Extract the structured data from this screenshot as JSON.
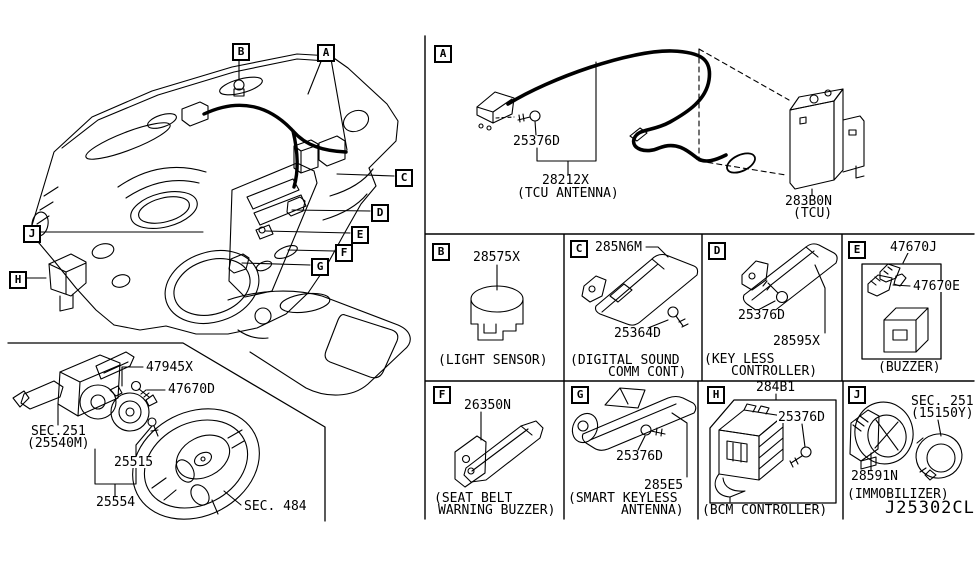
{
  "colors": {
    "ink": "#000000",
    "background": "#ffffff"
  },
  "figure_code": "J25302CL",
  "overview": {
    "callouts": {
      "a": "A",
      "b": "B",
      "c": "C",
      "d": "D",
      "e": "E",
      "f": "F",
      "g": "G",
      "h": "H",
      "j": "J"
    },
    "labels": {
      "spiral_cable_assy": "47945X",
      "screw": "47670D",
      "combination_switch_sec": "SEC.251",
      "combination_switch_ref": "(25540M)",
      "steering_angle_sensor": "25515",
      "clock_spring": "25554",
      "steering_wheel_sec": "SEC. 484"
    }
  },
  "panels": {
    "a": {
      "letter": "A",
      "screw": "25376D",
      "antenna_part": "28212X",
      "antenna_caption": "(TCU ANTENNA)",
      "tcu_part": "283B0N",
      "tcu_caption": "(TCU)"
    },
    "b": {
      "letter": "B",
      "part": "28575X",
      "caption": "(LIGHT SENSOR)"
    },
    "c": {
      "letter": "C",
      "part": "285N6M",
      "screw": "25364D",
      "caption_line1": "(DIGITAL SOUND",
      "caption_line2": "COMM CONT)"
    },
    "d": {
      "letter": "D",
      "screw": "25376D",
      "part": "28595X",
      "caption_line1": "(KEY LESS",
      "caption_line2": "CONTROLLER)"
    },
    "e": {
      "letter": "E",
      "part": "47670J",
      "sub_part": "47670E",
      "caption": "(BUZZER)"
    },
    "f": {
      "letter": "F",
      "part": "26350N",
      "caption_line1": "(SEAT BELT",
      "caption_line2": "WARNING BUZZER)"
    },
    "g": {
      "letter": "G",
      "screw": "25376D",
      "part": "285E5",
      "caption_line1": "(SMART KEYLESS",
      "caption_line2": "ANTENNA)"
    },
    "h": {
      "letter": "H",
      "part": "284B1",
      "screw": "25376D",
      "caption": "(BCM CONTROLLER)"
    },
    "j": {
      "letter": "J",
      "sec": "SEC. 251",
      "sec_ref": "(15150Y)",
      "part": "28591N",
      "caption": "(IMMOBILIZER)"
    }
  }
}
